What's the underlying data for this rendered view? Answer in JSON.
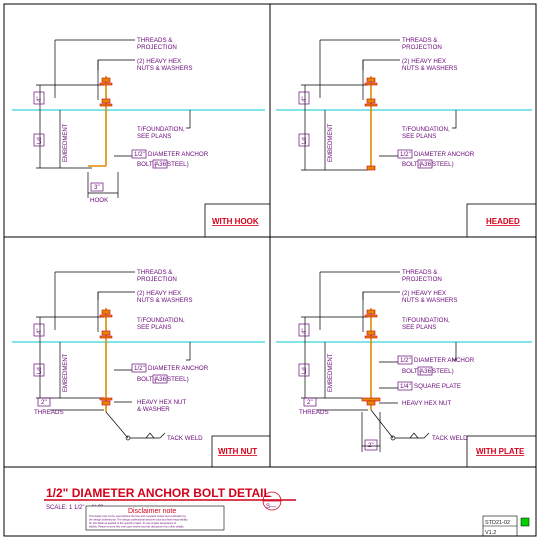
{
  "panels": [
    {
      "id": "hook",
      "caption": "WITH HOOK",
      "labels": {
        "threads_1": "THREADS &",
        "threads_2": "PROJECTION",
        "nuts_1": "(2) HEAVY HEX",
        "nuts_2": "NUTS & WASHERS",
        "found_1": "T/FOUNDATION,",
        "found_2": "SEE PLANS",
        "dia_size": "1/2\"",
        "dia_rest": "DIAMETER ANCHOR",
        "bolt_pre": "BOLT (",
        "steel": "A36",
        "bolt_post": " STEEL)",
        "projection": "4\"",
        "ld": "Ld",
        "embedment": "EMBEDMENT",
        "hook_len": "3\"",
        "hook": "HOOK"
      }
    },
    {
      "id": "headed",
      "caption": "HEADED",
      "labels": {
        "threads_1": "THREADS &",
        "threads_2": "PROJECTION",
        "nuts_1": "(2) HEAVY HEX",
        "nuts_2": "NUTS & WASHERS",
        "found_1": "T/FOUNDATION,",
        "found_2": "SEE PLANS",
        "dia_size": "1/2\"",
        "dia_rest": "DIAMETER ANCHOR",
        "bolt_pre": "BOLT (",
        "steel": "A36",
        "bolt_post": " STEEL)",
        "projection": "4\"",
        "ld": "Ld",
        "embedment": "EMBEDMENT"
      }
    },
    {
      "id": "nut",
      "caption": "WITH NUT",
      "labels": {
        "threads_1": "THREADS &",
        "threads_2": "PROJECTION",
        "nuts_1": "(2) HEAVY HEX",
        "nuts_2": "NUTS & WASHERS",
        "found_1": "T/FOUNDATION,",
        "found_2": "SEE PLANS",
        "dia_size": "1/2\"",
        "dia_rest": "DIAMETER ANCHOR",
        "bolt_pre": "BOLT (",
        "steel": "A36",
        "bolt_post": " STEEL)",
        "projection": "4\"",
        "ld": "Ld",
        "embedment": "EMBEDMENT",
        "thread_len": "2\"",
        "threads": "THREADS",
        "bottom_nut_1": "HEAVY HEX NUT",
        "bottom_nut_2": "& WASHER",
        "tack_weld": "TACK WELD"
      }
    },
    {
      "id": "plate",
      "caption": "WITH PLATE",
      "labels": {
        "threads_1": "THREADS &",
        "threads_2": "PROJECTION",
        "nuts_1": "(2) HEAVY HEX",
        "nuts_2": "NUTS & WASHERS",
        "found_1": "T/FOUNDATION,",
        "found_2": "SEE PLANS",
        "dia_size": "1/2\"",
        "dia_rest": "DIAMETER ANCHOR",
        "bolt_pre": "BOLT (",
        "steel": "A36",
        "bolt_post": " STEEL)",
        "projection": "4\"",
        "ld": "Ld",
        "embedment": "EMBEDMENT",
        "thread_len": "2\"",
        "threads": "THREADS",
        "plate_size": "1/4\"",
        "plate_rest": "SQUARE PLATE",
        "bottom_nut_1": "HEAVY HEX NUT",
        "plate_width": "2\"",
        "tack_weld": "TACK WELD"
      }
    }
  ],
  "title_block": {
    "title": "1/2\" DIAMETER ANCHOR BOLT DETAIL",
    "scale": "SCALE: 1 1/2\" = 1'-0\"",
    "disclaimer_title": "Disclaimer note",
    "disclaimer_lines": [
      "This detail must not be used without the free and complete review and verification by",
      "the design professional. The design professional assumes total and final responsibility",
      "for this detail as applied to the specific project. Its use implies acceptance of",
      "liability. Please remove this note upon review and this disclaimer from other details."
    ],
    "symbol_top": "-",
    "symbol_bottom": "S—",
    "sheet_id": "STD21-02",
    "version": "V1.2",
    "status_color": "#00d000"
  }
}
